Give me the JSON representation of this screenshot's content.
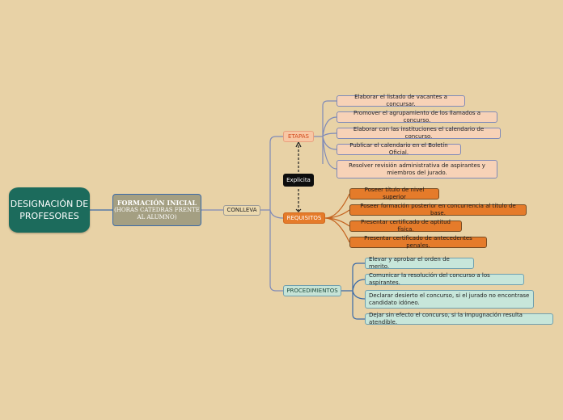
{
  "root": "DESIGNACIÓN DE PROFESORES",
  "formacion": {
    "title": "FORMACIÓN INICIAL",
    "subtitle": "(HORAS CATEDRAS FRENTE AL ALUMNO)"
  },
  "conlleva": "CONLLEVA",
  "relation_label": "Explicita",
  "etapas": {
    "label": "ETAPAS",
    "items": [
      "Elaborar el listado de vacantes a concursar.",
      "Promover el agrupamiento de los llamados a concurso.",
      "Elaborar con las instituciones el calendario de concurso.",
      "Publicar el calendario en el Boletín Oficial.",
      "Resolver revisión administrativa de aspirantes y miembros del jurado."
    ]
  },
  "requisitos": {
    "label": "REQUISITOS",
    "items": [
      "Poseer título de nivel superior",
      "Poseer formación posterior en concurrencia al título de base.",
      "Presentar certificado de aptitud física.",
      "Presentar certificado de antecedentes penales."
    ]
  },
  "procedimientos": {
    "label": "PROCEDIMIENTOS",
    "items": [
      "Elevar y aprobar el orden de merito.",
      "Comunicar la resolución del concurso a los aspirantes.",
      "Declarar desierto el concurso, si el jurado no encontrase candidato idóneo.",
      "Dejar sin efecto el concurso, si la impugnación resulta atendible."
    ]
  },
  "colors": {
    "background": "#e8d2a6",
    "root": "#1c6b5c",
    "connector": "#3a6aa8",
    "etapas": "#f7d2b7",
    "requisitos": "#e57b2a",
    "procedimientos": "#c7e6da"
  }
}
